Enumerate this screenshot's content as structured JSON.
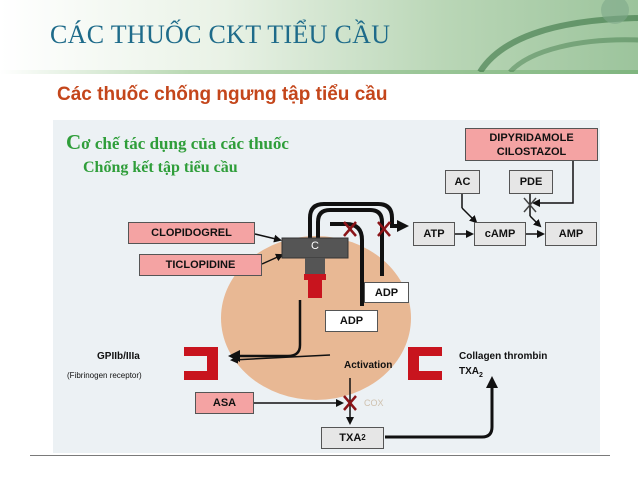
{
  "header": {
    "title": "CÁC THUỐC CKT TIỂU CẦU",
    "subtitle": "Các thuốc chống ngưng tập tiểu cầu"
  },
  "mechanism": {
    "line1_first_letter": "C",
    "line1_rest": "ơ chế tác dụng của các thuốc",
    "line2": "Chống kết tập tiểu cầu"
  },
  "drugs": {
    "dipyridamole": "DIPYRIDAMOLE",
    "cilostazol": "CILOSTAZOL",
    "clopidogrel": "CLOPIDOGREL",
    "ticlopidine": "TICLOPIDINE",
    "asa": "ASA"
  },
  "nodes": {
    "ac": "AC",
    "pde": "PDE",
    "atp": "ATP",
    "camp": "cAMP",
    "amp": "AMP",
    "adp_upper": "ADP",
    "adp_lower": "ADP",
    "c": "C",
    "txa2_base": "TXA",
    "txa2_sub": "2"
  },
  "labels": {
    "gpiib": "GPIIb/IIIa",
    "gpiib_sub": "(Fibrinogen receptor)",
    "activation": "Activation",
    "collagen": "Collagen thrombin",
    "txa2_base": "TXA",
    "txa2_sub": "2",
    "cox": "COX"
  },
  "colors": {
    "title": "#1e6b8a",
    "subtitle": "#c4461b",
    "mechanism_text": "#2f9e3a",
    "drug_box": "#f4a3a3",
    "platelet": "#e8b894",
    "receptor": "#c8141e",
    "panel": "#ecf1f4"
  }
}
